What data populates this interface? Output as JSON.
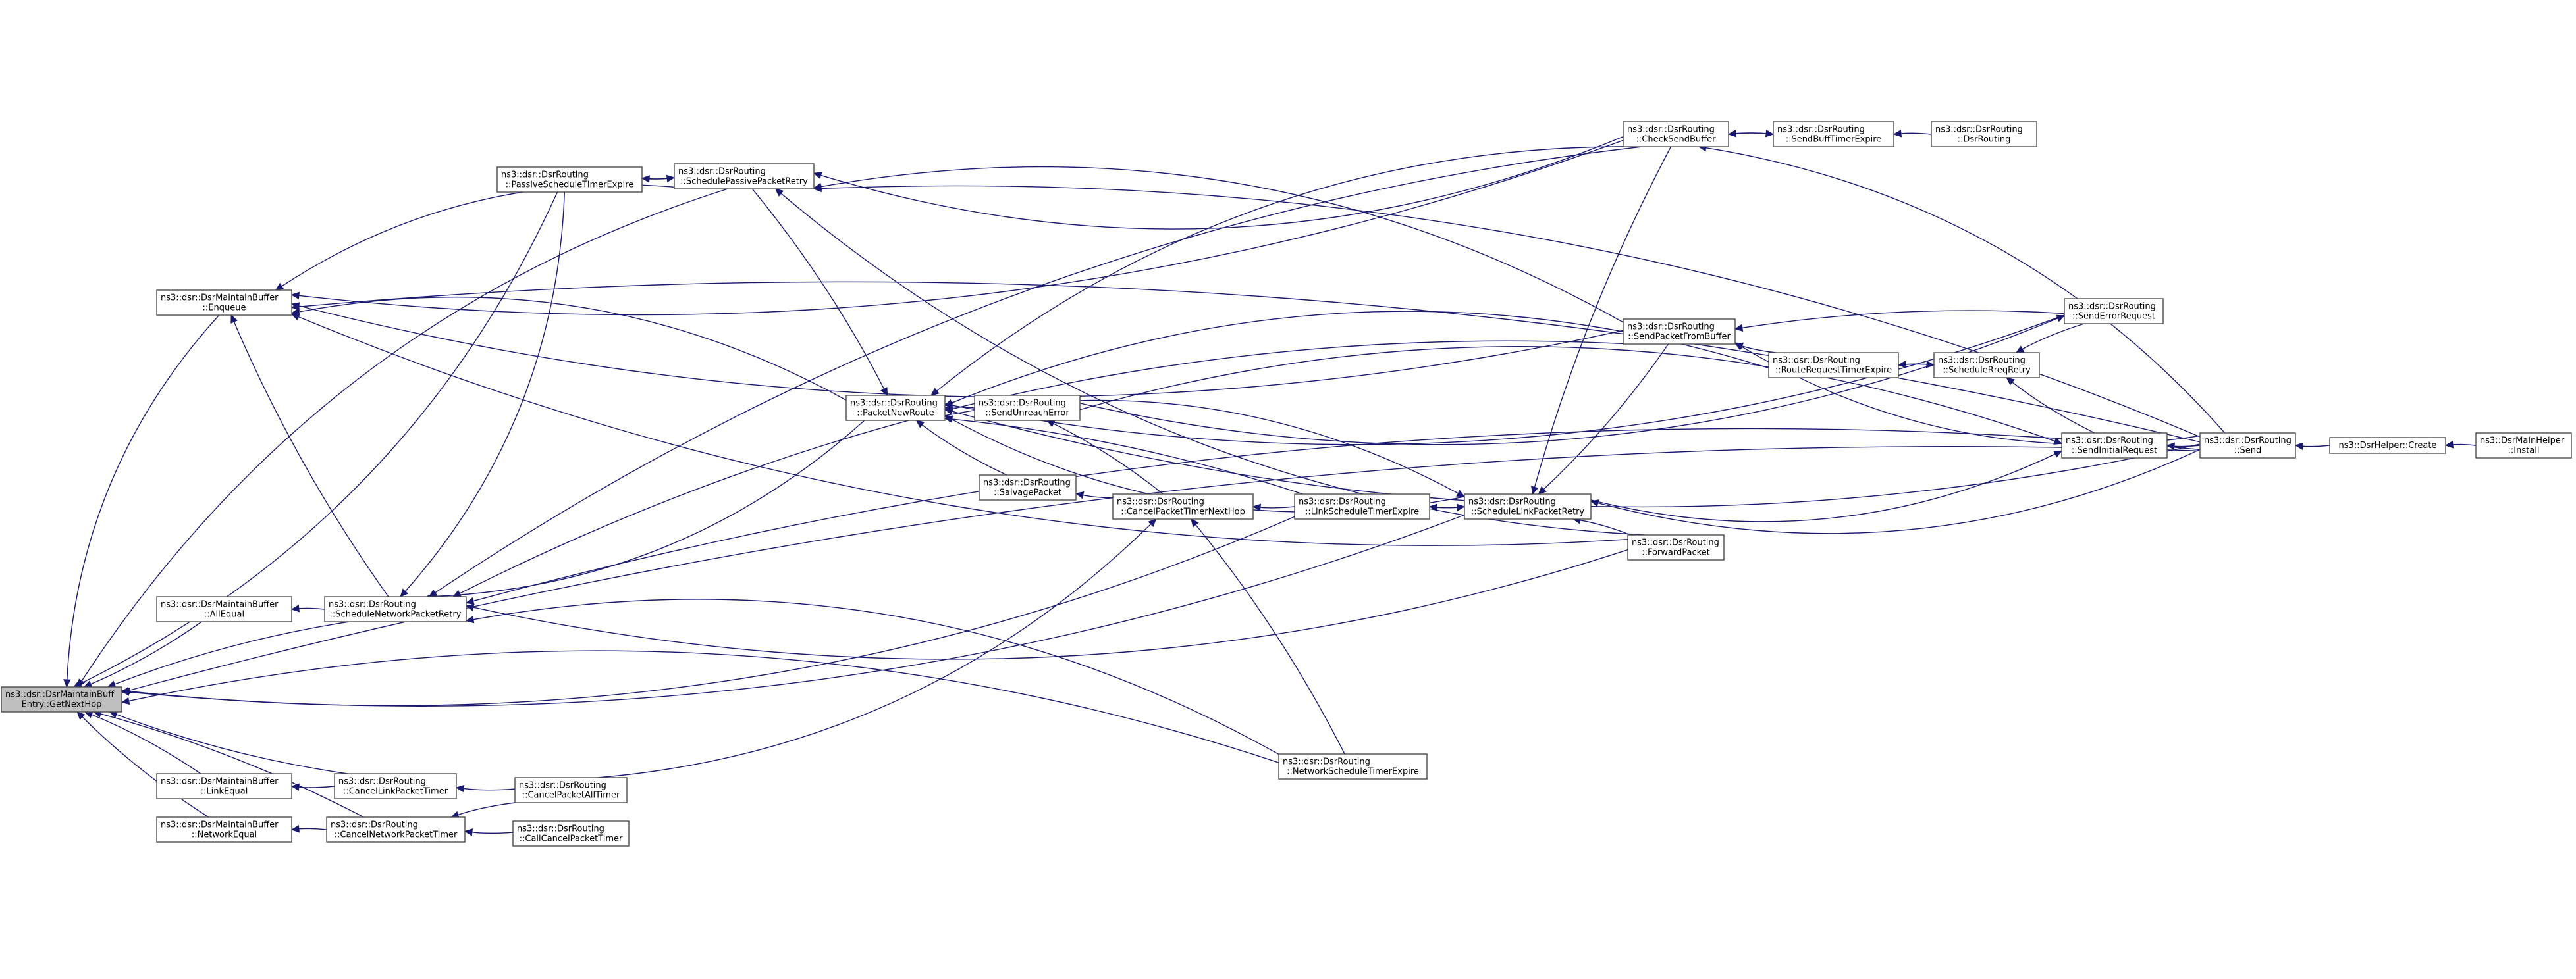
{
  "nodes": [
    {
      "id": "getnexthop",
      "lines": [
        "ns3::dsr::DsrMaintainBuff",
        "Entry::GetNextHop"
      ],
      "focus": true
    },
    {
      "id": "enqueue",
      "lines": [
        "ns3::dsr::DsrMaintainBuffer",
        "::Enqueue"
      ]
    },
    {
      "id": "allequal",
      "lines": [
        "ns3::dsr::DsrMaintainBuffer",
        "::AllEqual"
      ]
    },
    {
      "id": "linkequal",
      "lines": [
        "ns3::dsr::DsrMaintainBuffer",
        "::LinkEqual"
      ]
    },
    {
      "id": "networkequal",
      "lines": [
        "ns3::dsr::DsrMaintainBuffer",
        "::NetworkEqual"
      ]
    },
    {
      "id": "schednetretry",
      "lines": [
        "ns3::dsr::DsrRouting",
        "::ScheduleNetworkPacketRetry"
      ]
    },
    {
      "id": "cancellinktimer",
      "lines": [
        "ns3::dsr::DsrRouting",
        "::CancelLinkPacketTimer"
      ]
    },
    {
      "id": "cancelnettimer",
      "lines": [
        "ns3::dsr::DsrRouting",
        "::CancelNetworkPacketTimer"
      ]
    },
    {
      "id": "passivesched",
      "lines": [
        "ns3::dsr::DsrRouting",
        "::PassiveScheduleTimerExpire"
      ]
    },
    {
      "id": "cancelall",
      "lines": [
        "ns3::dsr::DsrRouting",
        "::CancelPacketAllTimer"
      ]
    },
    {
      "id": "callcancel",
      "lines": [
        "ns3::dsr::DsrRouting",
        "::CallCancelPacketTimer"
      ]
    },
    {
      "id": "schedpassive",
      "lines": [
        "ns3::dsr::DsrRouting",
        "::SchedulePassivePacketRetry"
      ]
    },
    {
      "id": "packetnewroute",
      "lines": [
        "ns3::dsr::DsrRouting",
        "::PacketNewRoute"
      ]
    },
    {
      "id": "sendunreach",
      "lines": [
        "ns3::dsr::DsrRouting",
        "::SendUnreachError"
      ]
    },
    {
      "id": "salvage",
      "lines": [
        "ns3::dsr::DsrRouting",
        "::SalvagePacket"
      ]
    },
    {
      "id": "cancelnexthop",
      "lines": [
        "ns3::dsr::DsrRouting",
        "::CancelPacketTimerNextHop"
      ]
    },
    {
      "id": "linksched",
      "lines": [
        "ns3::dsr::DsrRouting",
        "::LinkScheduleTimerExpire"
      ]
    },
    {
      "id": "netsched",
      "lines": [
        "ns3::dsr::DsrRouting",
        "::NetworkScheduleTimerExpire"
      ]
    },
    {
      "id": "schedlinkretry",
      "lines": [
        "ns3::dsr::DsrRouting",
        "::ScheduleLinkPacketRetry"
      ]
    },
    {
      "id": "forward",
      "lines": [
        "ns3::dsr::DsrRouting",
        "::ForwardPacket"
      ]
    },
    {
      "id": "checksend",
      "lines": [
        "ns3::dsr::DsrRouting",
        "::CheckSendBuffer"
      ]
    },
    {
      "id": "sendfrombuffer",
      "lines": [
        "ns3::dsr::DsrRouting",
        "::SendPacketFromBuffer"
      ]
    },
    {
      "id": "sendbufftimer",
      "lines": [
        "ns3::dsr::DsrRouting",
        "::SendBuffTimerExpire"
      ]
    },
    {
      "id": "dsrrouting",
      "lines": [
        "ns3::dsr::DsrRouting",
        "::DsrRouting"
      ]
    },
    {
      "id": "routereqtimer",
      "lines": [
        "ns3::dsr::DsrRouting",
        "::RouteRequestTimerExpire"
      ]
    },
    {
      "id": "schedreq",
      "lines": [
        "ns3::dsr::DsrRouting",
        "::ScheduleRreqRetry"
      ]
    },
    {
      "id": "senderrreq",
      "lines": [
        "ns3::dsr::DsrRouting",
        "::SendErrorRequest"
      ]
    },
    {
      "id": "sendinitreq",
      "lines": [
        "ns3::dsr::DsrRouting",
        "::SendInitialRequest"
      ]
    },
    {
      "id": "send",
      "lines": [
        "ns3::dsr::DsrRouting",
        "::Send"
      ]
    },
    {
      "id": "helpercreate",
      "lines": [
        "ns3::DsrHelper::Create"
      ]
    },
    {
      "id": "mainhelper",
      "lines": [
        "ns3::DsrMainHelper",
        "::Install"
      ]
    }
  ],
  "edges": [
    [
      "enqueue",
      "getnexthop"
    ],
    [
      "allequal",
      "getnexthop"
    ],
    [
      "linkequal",
      "getnexthop"
    ],
    [
      "networkequal",
      "getnexthop"
    ],
    [
      "schednetretry",
      "getnexthop"
    ],
    [
      "cancellinktimer",
      "getnexthop"
    ],
    [
      "cancelnettimer",
      "getnexthop"
    ],
    [
      "passivesched",
      "getnexthop"
    ],
    [
      "schedpassive",
      "getnexthop"
    ],
    [
      "linksched",
      "getnexthop"
    ],
    [
      "netsched",
      "getnexthop"
    ],
    [
      "schedlinkretry",
      "getnexthop"
    ],
    [
      "send",
      "getnexthop"
    ],
    [
      "checksend",
      "enqueue"
    ],
    [
      "schedpassive",
      "enqueue"
    ],
    [
      "sendfrombuffer",
      "enqueue"
    ],
    [
      "packetnewroute",
      "enqueue"
    ],
    [
      "forward",
      "enqueue"
    ],
    [
      "send",
      "enqueue"
    ],
    [
      "schednetretry",
      "enqueue"
    ],
    [
      "schednetretry",
      "allequal"
    ],
    [
      "cancellinktimer",
      "linkequal"
    ],
    [
      "cancelnettimer",
      "networkequal"
    ],
    [
      "cancelall",
      "cancellinktimer"
    ],
    [
      "cancelall",
      "cancelnettimer"
    ],
    [
      "callcancel",
      "cancelnettimer"
    ],
    [
      "checksend",
      "schednetretry"
    ],
    [
      "passivesched",
      "schednetretry"
    ],
    [
      "sendfrombuffer",
      "schednetretry"
    ],
    [
      "packetnewroute",
      "schednetretry"
    ],
    [
      "netsched",
      "schednetretry"
    ],
    [
      "forward",
      "schednetretry"
    ],
    [
      "send",
      "schednetretry"
    ],
    [
      "schedpassive",
      "passivesched"
    ],
    [
      "passivesched",
      "schedpassive"
    ],
    [
      "checksend",
      "schedpassive"
    ],
    [
      "sendfrombuffer",
      "schedpassive"
    ],
    [
      "forward",
      "schedpassive"
    ],
    [
      "send",
      "schedpassive"
    ],
    [
      "schedpassive",
      "packetnewroute"
    ],
    [
      "sendunreach",
      "packetnewroute"
    ],
    [
      "salvage",
      "packetnewroute"
    ],
    [
      "checksend",
      "packetnewroute"
    ],
    [
      "senderrreq",
      "packetnewroute"
    ],
    [
      "routereqtimer",
      "packetnewroute"
    ],
    [
      "schedlinkretry",
      "packetnewroute"
    ],
    [
      "linksched",
      "packetnewroute"
    ],
    [
      "send",
      "packetnewroute"
    ],
    [
      "cancelnexthop",
      "sendunreach"
    ],
    [
      "cancelnexthop",
      "salvage"
    ],
    [
      "cancelall",
      "cancelnexthop"
    ],
    [
      "linksched",
      "cancelnexthop"
    ],
    [
      "netsched",
      "cancelnexthop"
    ],
    [
      "schedlinkretry",
      "linksched"
    ],
    [
      "linksched",
      "schedlinkretry"
    ],
    [
      "packetnewroute",
      "schedlinkretry"
    ],
    [
      "checksend",
      "schedlinkretry"
    ],
    [
      "sendfrombuffer",
      "schedlinkretry"
    ],
    [
      "forward",
      "schedlinkretry"
    ],
    [
      "send",
      "schedlinkretry"
    ],
    [
      "sendbufftimer",
      "checksend"
    ],
    [
      "checksend",
      "sendbufftimer"
    ],
    [
      "dsrrouting",
      "sendbufftimer"
    ],
    [
      "routereqtimer",
      "sendfrombuffer"
    ],
    [
      "senderrreq",
      "sendfrombuffer"
    ],
    [
      "send",
      "sendfrombuffer"
    ],
    [
      "schedreq",
      "routereqtimer"
    ],
    [
      "routereqtimer",
      "schedreq"
    ],
    [
      "senderrreq",
      "schedreq"
    ],
    [
      "sendinitreq",
      "schedreq"
    ],
    [
      "sendunreach",
      "senderrreq"
    ],
    [
      "sendunreach",
      "sendinitreq"
    ],
    [
      "schedlinkretry",
      "sendinitreq"
    ],
    [
      "send",
      "sendinitreq"
    ],
    [
      "send",
      "checksend"
    ],
    [
      "helpercreate",
      "send"
    ],
    [
      "mainhelper",
      "helpercreate"
    ]
  ]
}
